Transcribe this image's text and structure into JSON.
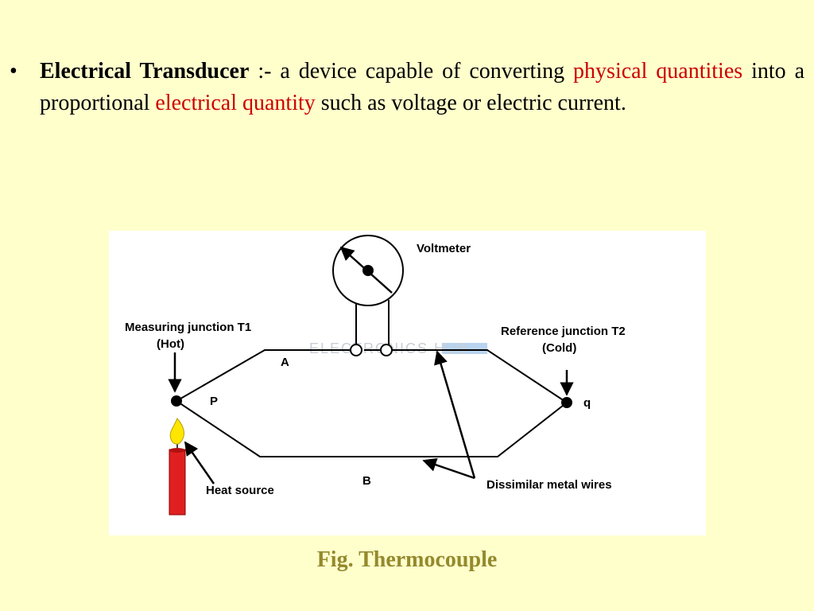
{
  "slide": {
    "bullet": "•",
    "term": "Electrical Transducer",
    "separator": " :- a device capable of converting ",
    "highlight1": "physical quantities",
    "mid_text": " into a proportional ",
    "highlight2": "electrical quantity",
    "end_text": " such as voltage or electric current.",
    "caption": "Fig. Thermocouple",
    "colors": {
      "background": "#ffffcc",
      "highlight": "#cc0000",
      "caption": "#948a2c"
    }
  },
  "diagram": {
    "voltmeter": "Voltmeter",
    "measuring_junction": "Measuring junction  T1",
    "hot": "(Hot)",
    "reference_junction": "Reference junction  T2",
    "cold": "(Cold)",
    "wire_a": "A",
    "wire_b": "B",
    "point_p": "P",
    "point_q": "q",
    "heat_source": "Heat source",
    "dissimilar": "Dissimilar metal wires",
    "watermark": "ELECTRONICS HUB",
    "icons": {
      "flame": "flame-icon",
      "candle": "candle-icon"
    }
  }
}
